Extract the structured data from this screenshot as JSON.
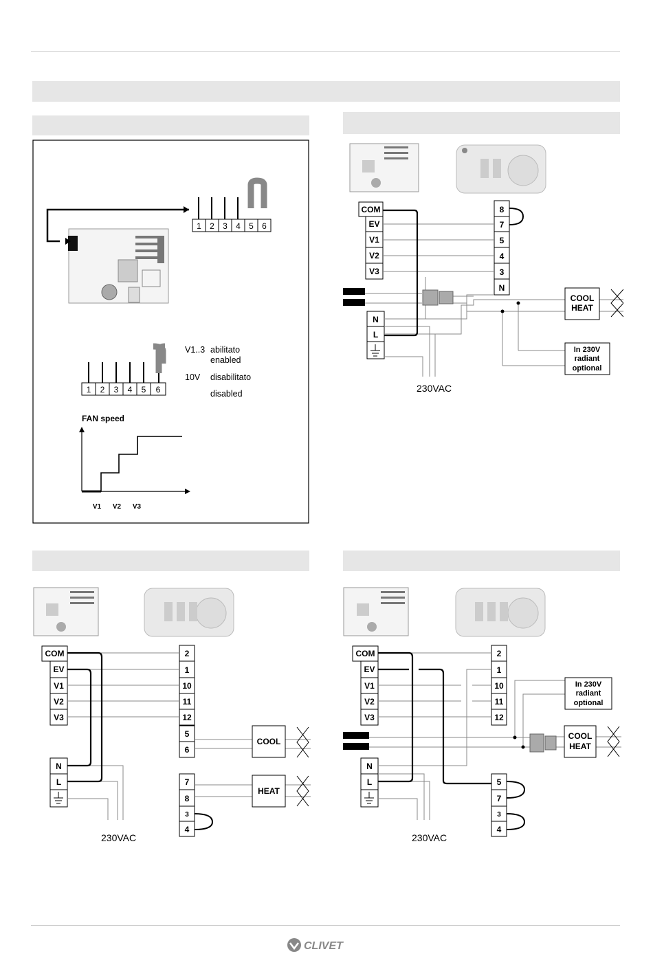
{
  "brand": {
    "logo_text": "CLIVET",
    "accent": "#888888"
  },
  "panel_a": {
    "jumper_numbers": [
      "1",
      "2",
      "3",
      "4",
      "5",
      "6"
    ],
    "jumper2_numbers": [
      "1",
      "2",
      "3",
      "4",
      "5",
      "6"
    ],
    "option1_label": "V1..3",
    "option1_it": "abilitato",
    "option1_en": "enabled",
    "option2_label": "10V",
    "option2_it": "disabilitato",
    "option2_en": "disabled",
    "chart_title": "FAN speed",
    "chart_ticks": [
      "V1",
      "V2",
      "V3"
    ]
  },
  "panel_b": {
    "left_terminals": [
      "COM",
      "EV",
      "V1",
      "V2",
      "V3"
    ],
    "power_terminals": [
      "N",
      "L"
    ],
    "right_terminals": [
      "8",
      "7",
      "5",
      "4",
      "3",
      "N"
    ],
    "valve_label_1": "COOL",
    "valve_label_2": "HEAT",
    "radiant_1": "In 230V",
    "radiant_2": "radiant",
    "radiant_3": "optional",
    "supply": "230VAC"
  },
  "panel_c": {
    "left_terminals": [
      "COM",
      "EV",
      "V1",
      "V2",
      "V3"
    ],
    "power_terminals": [
      "N",
      "L"
    ],
    "right_terminals": [
      "2",
      "1",
      "10",
      "11",
      "12",
      "5",
      "6",
      "7",
      "8",
      "3",
      "4"
    ],
    "cool_label": "COOL",
    "heat_label": "HEAT",
    "supply": "230VAC"
  },
  "panel_d": {
    "left_terminals": [
      "COM",
      "EV",
      "V1",
      "V2",
      "V3"
    ],
    "power_terminals": [
      "N",
      "L"
    ],
    "right_terminals": [
      "2",
      "1",
      "10",
      "11",
      "12",
      "5",
      "7",
      "3",
      "4"
    ],
    "valve_label_1": "COOL",
    "valve_label_2": "HEAT",
    "radiant_1": "In 230V",
    "radiant_2": "radiant",
    "radiant_3": "optional",
    "supply": "230VAC"
  }
}
